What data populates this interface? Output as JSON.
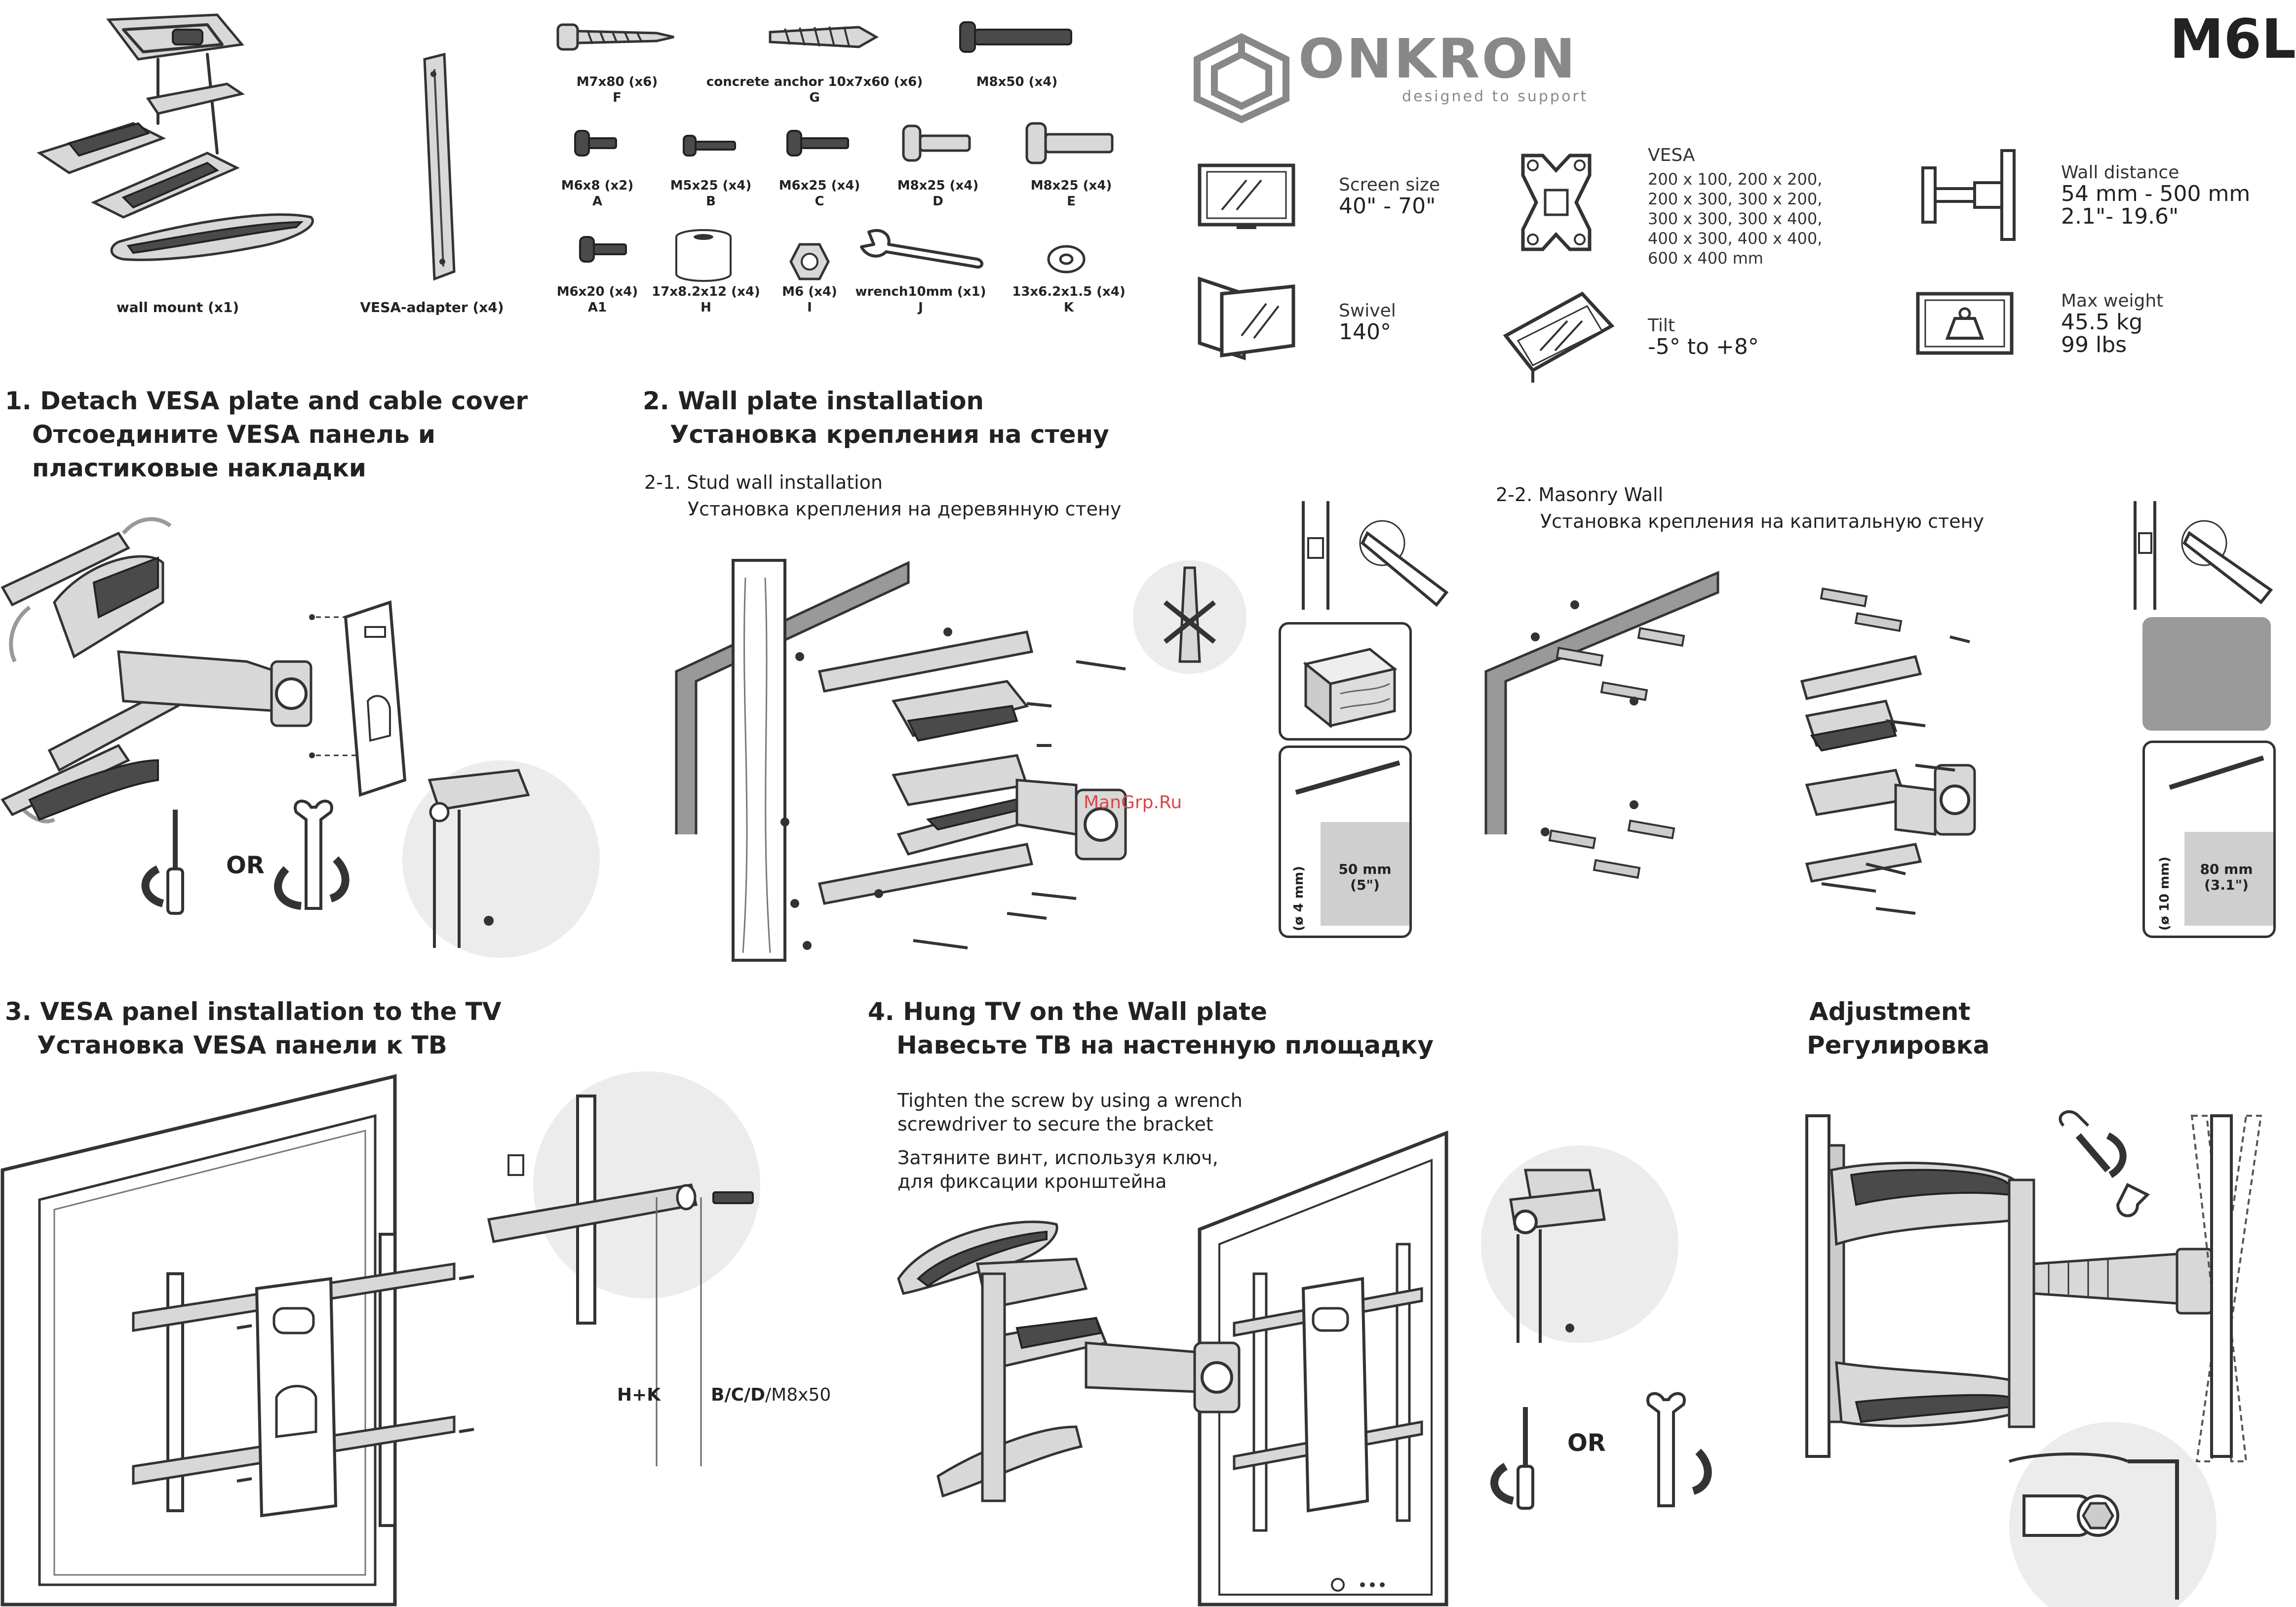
{
  "header": {
    "brand_name": "ONKRON",
    "brand_tagline": "designed to support",
    "model": "M6L"
  },
  "parts": {
    "wall_mount": "wall mount (x1)",
    "vesa_adapter": "VESA-adapter (x4)",
    "items": [
      {
        "spec": "M7x80  (x6)",
        "code": "F"
      },
      {
        "spec": "concrete anchor 10x7x60 (x6)",
        "code": "G"
      },
      {
        "spec": "M8x50 (x4)",
        "code": ""
      },
      {
        "spec": "M6x8 (x2)",
        "code": "A"
      },
      {
        "spec": "M5x25 (x4)",
        "code": "B"
      },
      {
        "spec": "M6x25 (x4)",
        "code": "C"
      },
      {
        "spec": "M8x25 (x4)",
        "code": "D"
      },
      {
        "spec": "M8x25 (x4)",
        "code": "E"
      },
      {
        "spec": "M6x20 (x4)",
        "code": "A1"
      },
      {
        "spec": "17x8.2x12 (x4)",
        "code": "H"
      },
      {
        "spec": "M6 (x4)",
        "code": "I"
      },
      {
        "spec": "wrench10mm  (x1)",
        "code": "J"
      },
      {
        "spec": "13x6.2x1.5 (x4)",
        "code": "K"
      }
    ]
  },
  "specs": {
    "screen_size_label": "Screen size",
    "screen_size_value": "40\" - 70\"",
    "vesa_label": "VESA",
    "vesa_values": [
      "200 x 100, 200 x 200,",
      "200 x 300, 300 x 200,",
      "300 x  300, 300 x 400,",
      "400 x 300, 400 x 400,",
      "600 x 400 mm"
    ],
    "wall_distance_label": "Wall distance",
    "wall_distance_mm": "54 mm - 500 mm",
    "wall_distance_in": "2.1\"- 19.6\"",
    "swivel_label": "Swivel",
    "swivel_value": "140°",
    "tilt_label": "Tilt",
    "tilt_value": "-5° to +8°",
    "max_weight_label": "Max weight",
    "max_weight_kg": "45.5 kg",
    "max_weight_lbs": "99 lbs"
  },
  "steps": {
    "step1_en": "1. Detach VESA plate and cable cover",
    "step1_ru_1": "Отсоедините VESA панель и",
    "step1_ru_2": "пластиковые накладки",
    "step1_or": "OR",
    "step2_en": "2. Wall plate installation",
    "step2_ru": "Установка крепления на стену",
    "step2_1_en": "2-1. Stud wall installation",
    "step2_1_ru": "Установка крепления на деревянную стену",
    "step2_2_en": "2-2. Masonry Wall",
    "step2_2_ru": "Установка крепления на капитальную стену",
    "drill_stud_dia": "(ø 4 mm)",
    "drill_stud_depth_mm": "50 mm",
    "drill_stud_depth_in": "(5\")",
    "drill_mason_dia": "(ø 10 mm)",
    "drill_mason_depth_mm": "80 mm",
    "drill_mason_depth_in": "(3.1\")",
    "watermark": "ManGrp.Ru",
    "step3_en": "3. VESA panel installation to the TV",
    "step3_ru": "Установка VESA панели к ТВ",
    "step3_ref_hk": "H+K",
    "step3_ref_bold": "B/C/D",
    "step3_ref_rest": "/M8x50",
    "step4_en": "4. Hung TV on the Wall plate",
    "step4_ru": "Навесьте ТВ на настенную площадку",
    "step4_note_en_1": "Tighten the screw by using a wrench",
    "step4_note_en_2": "screwdriver to secure the bracket",
    "step4_note_ru_1": "Затяните винт, используя ключ,",
    "step4_note_ru_2": "для фиксации кронштейна",
    "step4_or": "OR",
    "adjust_en": "Adjustment",
    "adjust_ru": "Регулировка"
  }
}
